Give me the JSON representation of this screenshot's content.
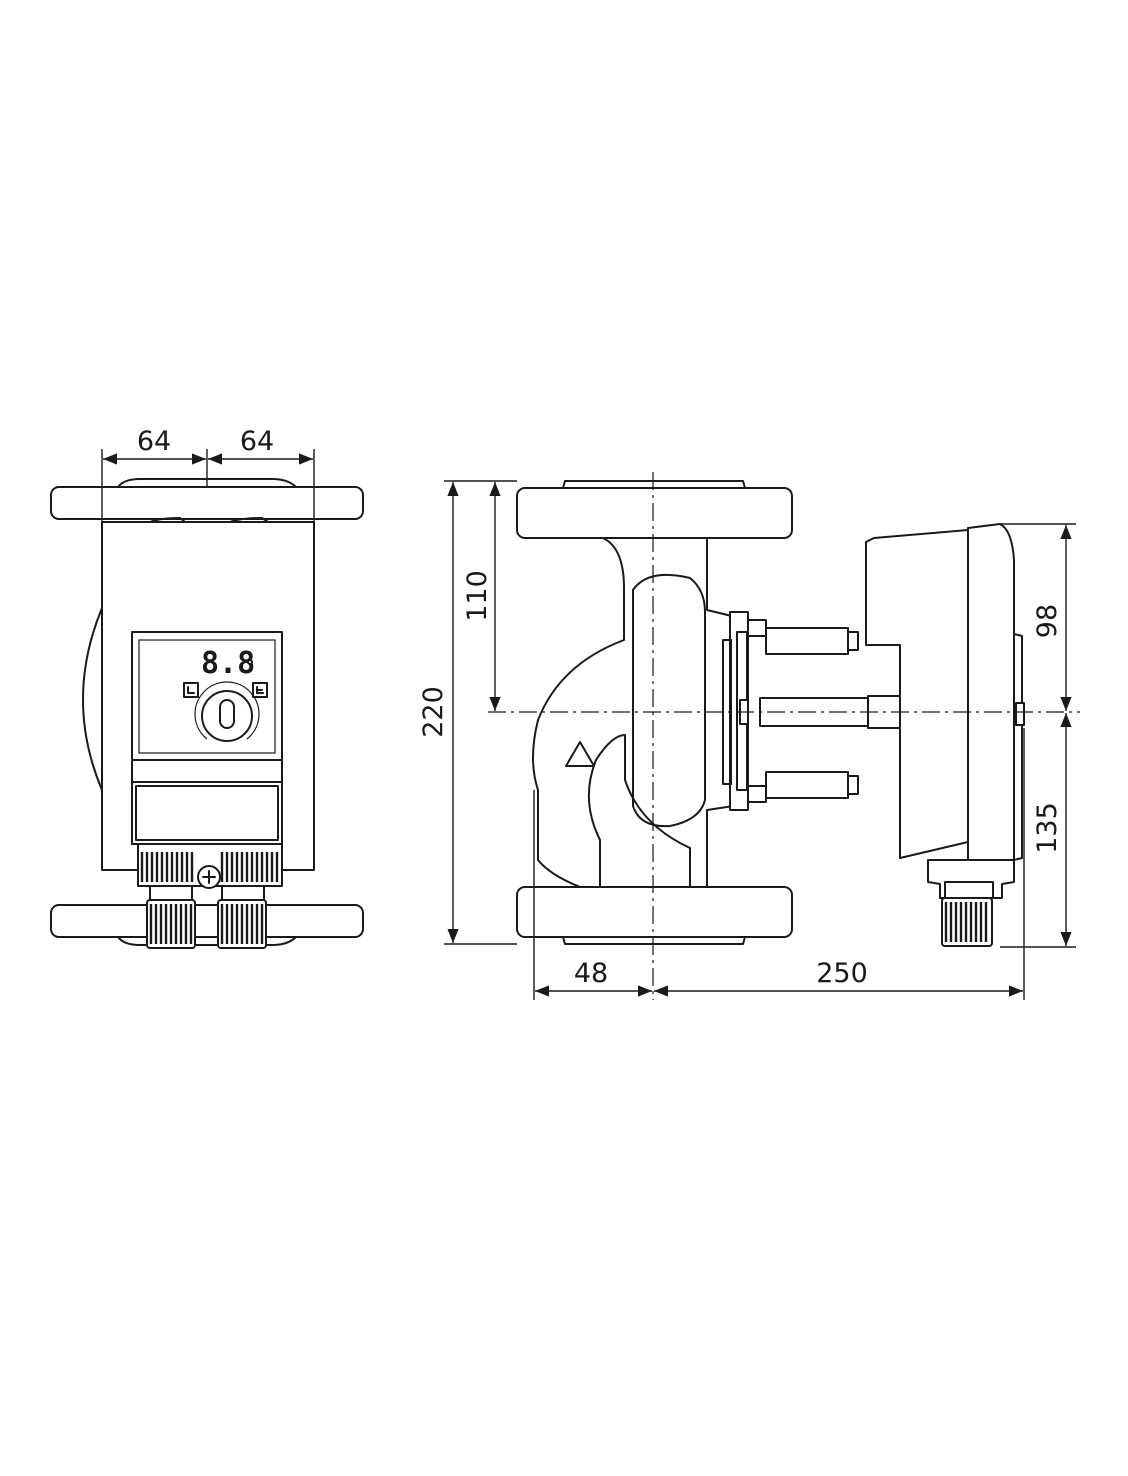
{
  "dimensions": {
    "front_left_width": "64",
    "front_right_width": "64",
    "overall_height": "220",
    "top_to_axis": "110",
    "head_above_axis": "98",
    "head_below_axis": "135",
    "inlet_offset": "48",
    "overall_length": "250"
  },
  "display": {
    "readout": "8.8"
  }
}
